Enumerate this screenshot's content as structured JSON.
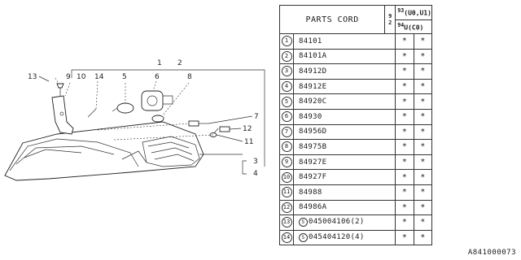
{
  "diagram": {
    "callouts": [
      "1",
      "2",
      "3",
      "4",
      "5",
      "6",
      "7",
      "8",
      "9",
      "10",
      "11",
      "12",
      "13",
      "14"
    ]
  },
  "table": {
    "header_title": "PARTS CORD",
    "header_col_numbers": [
      "9",
      "2"
    ],
    "models": [
      {
        "prefix": "93",
        "code": "(U0,U1)"
      },
      {
        "prefix": "94",
        "code": "U(C0)"
      }
    ],
    "rows": [
      {
        "num": "1",
        "part": "84101",
        "qty": "",
        "marks": [
          "*",
          "*"
        ]
      },
      {
        "num": "2",
        "part": "84101A",
        "qty": "",
        "marks": [
          "*",
          "*"
        ]
      },
      {
        "num": "3",
        "part": "84912D",
        "qty": "",
        "marks": [
          "*",
          "*"
        ]
      },
      {
        "num": "4",
        "part": "84912E",
        "qty": "",
        "marks": [
          "*",
          "*"
        ]
      },
      {
        "num": "5",
        "part": "84920C",
        "qty": "",
        "marks": [
          "*",
          "*"
        ]
      },
      {
        "num": "6",
        "part": "84930",
        "qty": "",
        "marks": [
          "*",
          "*"
        ]
      },
      {
        "num": "7",
        "part": "84956D",
        "qty": "",
        "marks": [
          "*",
          "*"
        ]
      },
      {
        "num": "8",
        "part": "84975B",
        "qty": "",
        "marks": [
          "*",
          "*"
        ]
      },
      {
        "num": "9",
        "part": "84927E",
        "qty": "",
        "marks": [
          "*",
          "*"
        ]
      },
      {
        "num": "10",
        "part": "84927F",
        "qty": "",
        "marks": [
          "*",
          "*"
        ]
      },
      {
        "num": "11",
        "part": "84988",
        "qty": "",
        "marks": [
          "*",
          "*"
        ]
      },
      {
        "num": "12",
        "part": "84986A",
        "qty": "",
        "marks": [
          "*",
          "*"
        ]
      },
      {
        "num": "13",
        "part": "045004106",
        "qty": "(2)",
        "marks": [
          "*",
          "*"
        ],
        "std": "S"
      },
      {
        "num": "14",
        "part": "045404120",
        "qty": "(4)",
        "marks": [
          "*",
          "*"
        ],
        "std": "S"
      }
    ]
  },
  "figure_code": "A841000073"
}
